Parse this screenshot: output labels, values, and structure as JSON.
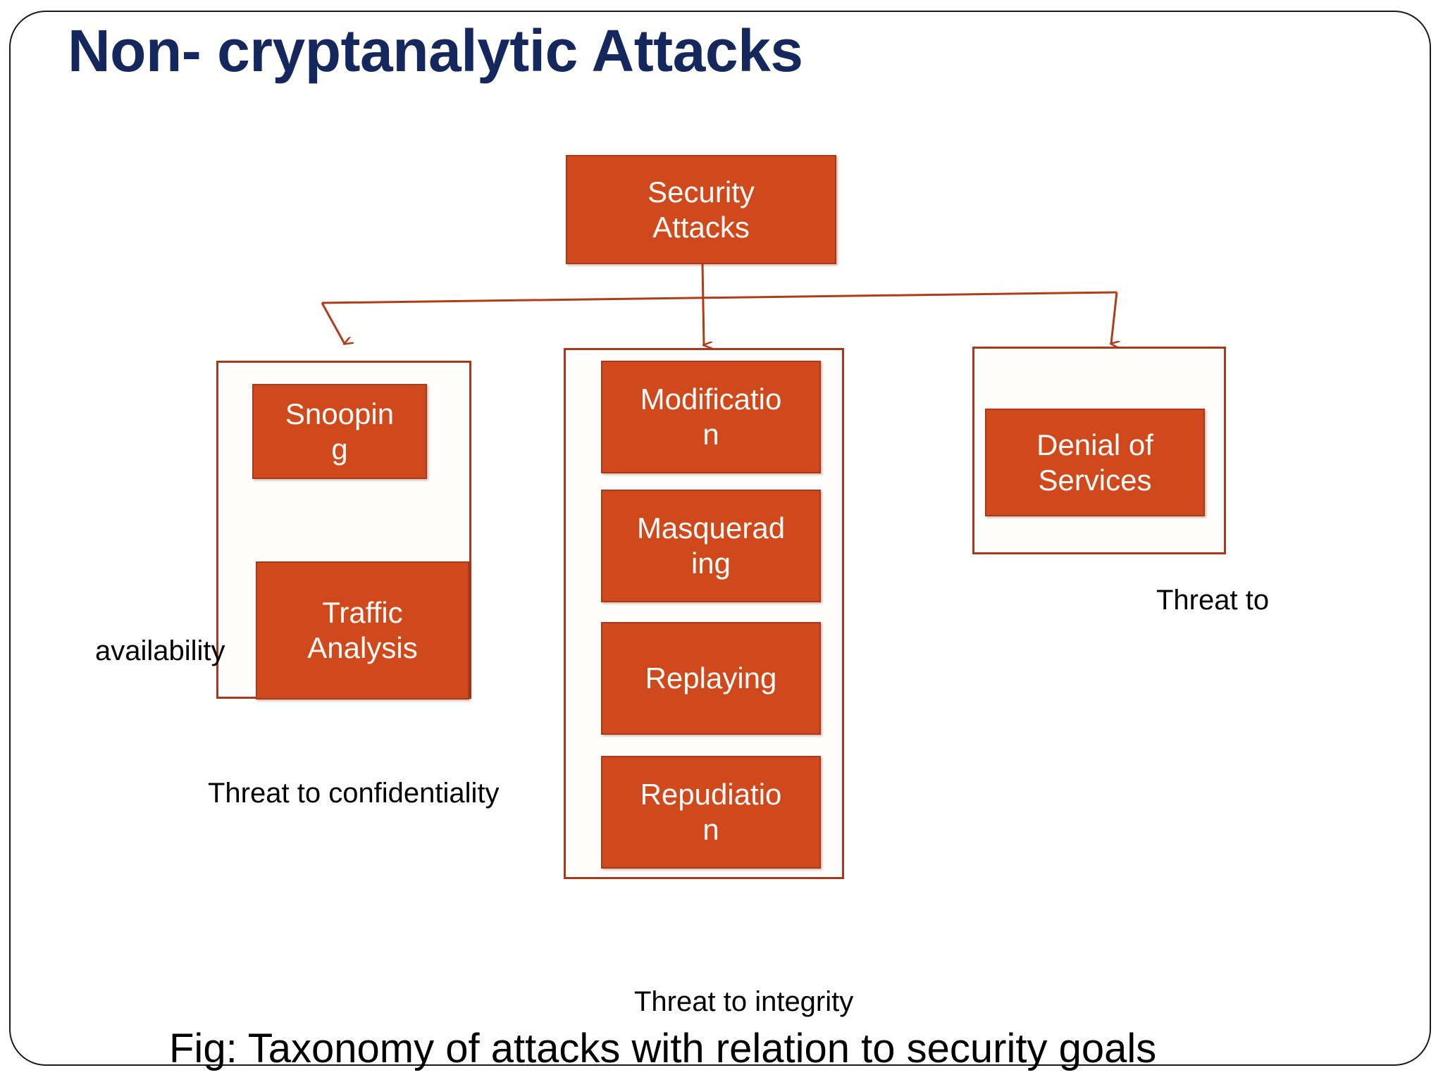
{
  "slide": {
    "title": "Non- cryptanalytic Attacks",
    "caption": "Fig: Taxonomy of attacks with relation to security goals",
    "title_color": "#15285e",
    "node_fill": "#d0491c",
    "node_border": "#a8391a",
    "node_text_color": "#fffaf7",
    "frame_color": "#1a1a1a",
    "label_color": "#000000"
  },
  "diagram": {
    "root": {
      "label": "Security\nAttacks",
      "line1": "Security",
      "line2": "Attacks"
    },
    "branches": [
      {
        "id": "confidentiality",
        "caption": "Threat to confidentiality",
        "extra_label": "availability",
        "nodes": [
          {
            "id": "snooping",
            "line1": "Snoopin",
            "line2": "g"
          },
          {
            "id": "traffic-analysis",
            "line1": "Traffic",
            "line2": "Analysis"
          }
        ]
      },
      {
        "id": "integrity",
        "caption": "Threat to integrity",
        "nodes": [
          {
            "id": "modification",
            "line1": "Modificatio",
            "line2": "n"
          },
          {
            "id": "masquerading",
            "line1": "Masquerad",
            "line2": "ing"
          },
          {
            "id": "replaying",
            "line1": "Replaying",
            "line2": ""
          },
          {
            "id": "repudiation",
            "line1": "Repudiatio",
            "line2": "n"
          }
        ]
      },
      {
        "id": "availability",
        "caption": "Threat to",
        "nodes": [
          {
            "id": "denial-of-services",
            "line1": "Denial of",
            "line2": "Services"
          }
        ]
      }
    ],
    "connector_color": "#b03d18"
  }
}
